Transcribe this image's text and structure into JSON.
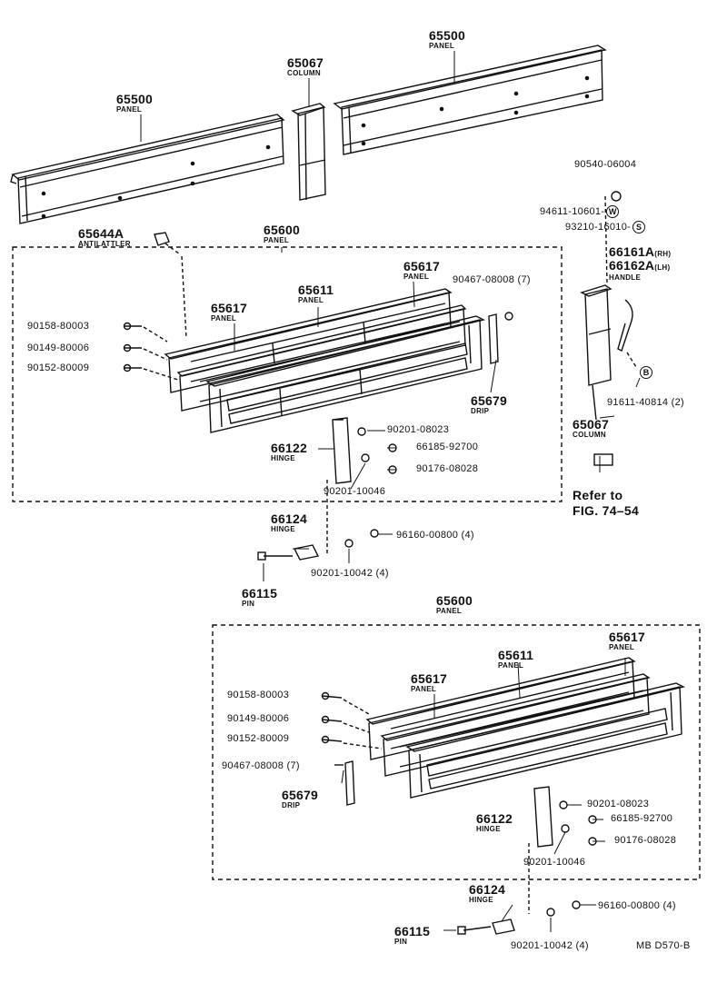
{
  "diagram": {
    "code": "MB D570-B",
    "refer": {
      "line1": "Refer to",
      "line2": "FIG. 74–54"
    },
    "markers": {
      "W": "W",
      "S": "S",
      "B": "B"
    },
    "labels": {
      "p65500a": {
        "num": "65500",
        "name": "PANEL"
      },
      "p65500b": {
        "num": "65500",
        "name": "PANEL"
      },
      "p65067a": {
        "num": "65067",
        "name": "COLUMN"
      },
      "p65067b": {
        "num": "65067",
        "name": "COLUMN"
      },
      "p65644a": {
        "num": "65644A",
        "name": "ANTILATTLER"
      },
      "p65600a": {
        "num": "65600",
        "name": "PANEL"
      },
      "p65600b": {
        "num": "65600",
        "name": "PANEL"
      },
      "p65617a": {
        "num": "65617",
        "name": "PANEL"
      },
      "p65617b": {
        "num": "65617",
        "name": "PANEL"
      },
      "p65617c": {
        "num": "65617",
        "name": "PANEL"
      },
      "p65617d": {
        "num": "65617",
        "name": "PANEL"
      },
      "p65611a": {
        "num": "65611",
        "name": "PANEL"
      },
      "p65611b": {
        "num": "65611",
        "name": "PANEL"
      },
      "p65679a": {
        "num": "65679",
        "name": "DRIP"
      },
      "p65679b": {
        "num": "65679",
        "name": "DRIP"
      },
      "p66122a": {
        "num": "66122",
        "name": "HINGE"
      },
      "p66122b": {
        "num": "66122",
        "name": "HINGE"
      },
      "p66124a": {
        "num": "66124",
        "name": "HINGE"
      },
      "p66124b": {
        "num": "66124",
        "name": "HINGE"
      },
      "p66115a": {
        "num": "66115",
        "name": "PIN"
      },
      "p66115b": {
        "num": "66115",
        "name": "PIN"
      },
      "p66161": {
        "num": "66161A",
        "suffix": "(RH)"
      },
      "p66162": {
        "num": "66162A",
        "suffix": "(LH)",
        "name": "HANDLE"
      }
    },
    "parts": {
      "t90540": "90540-06004",
      "t94611": "94611-10601-",
      "t93210": "93210-16010-",
      "t91611": "91611-40814 (2)",
      "t90467a": "90467-08008 (7)",
      "t90158a": "90158-80003",
      "t90149a": "90149-80006",
      "t90152a": "90152-80009",
      "t90201a": "90201-08023",
      "t66185a": "66185-92700",
      "t90176a": "90176-08028",
      "t90201b": "90201-10046",
      "t96160a": "96160-00800 (4)",
      "t90201c": "90201-10042 (4)",
      "t90158b": "90158-80003",
      "t90149b": "90149-80006",
      "t90152b": "90152-80009",
      "t90467b": "90467-08008 (7)",
      "t90201d": "90201-08023",
      "t66185b": "66185-92700",
      "t90176b": "90176-08028",
      "t90201e": "90201-10046",
      "t96160b": "96160-00800 (4)",
      "t90201f": "90201-10042 (4)"
    }
  }
}
